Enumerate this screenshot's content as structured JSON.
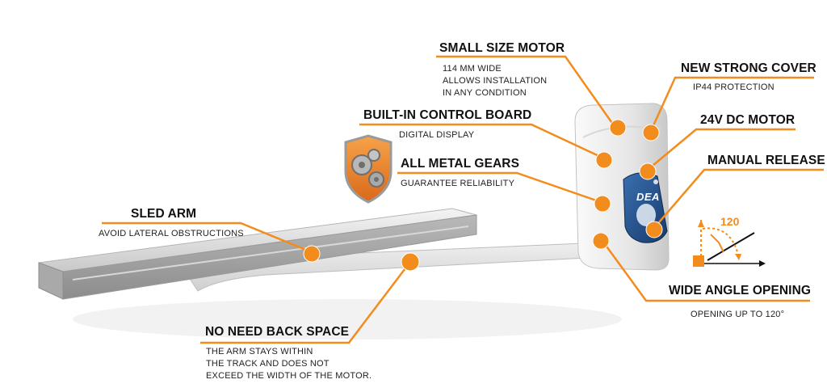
{
  "accent_color": "#f28c1c",
  "product": {
    "brand": "DEA"
  },
  "callouts": {
    "small_size_motor": {
      "title": "SMALL SIZE MOTOR",
      "lines": [
        "114 MM WIDE",
        "ALLOWS INSTALLATION",
        "IN ANY CONDITION"
      ]
    },
    "new_strong_cover": {
      "title": "NEW STRONG COVER",
      "lines": [
        "IP44 PROTECTION"
      ]
    },
    "builtin_control_board": {
      "title": "BUILT-IN CONTROL BOARD",
      "lines": [
        "DIGITAL DISPLAY"
      ]
    },
    "dc_motor": {
      "title": "24V DC MOTOR",
      "lines": []
    },
    "all_metal_gears": {
      "title": "ALL METAL GEARS",
      "lines": [
        "GUARANTEE RELIABILITY"
      ]
    },
    "manual_release": {
      "title": "MANUAL RELEASE",
      "lines": []
    },
    "sled_arm": {
      "title": "SLED ARM",
      "lines": [
        "AVOID LATERAL OBSTRUCTIONS"
      ]
    },
    "wide_angle_opening": {
      "title": "WIDE ANGLE OPENING",
      "lines": [
        "OPENING UP TO 120°"
      ]
    },
    "no_need_back_space": {
      "title": "NO NEED BACK SPACE",
      "lines": [
        "THE ARM STAYS WITHIN",
        "THE TRACK AND DOES NOT",
        "EXCEED THE WIDTH OF THE MOTOR."
      ]
    }
  },
  "angle_diagram": {
    "value": "120",
    "degrees": 120
  },
  "icons": {
    "gears_badge": "gears-shield-icon"
  }
}
